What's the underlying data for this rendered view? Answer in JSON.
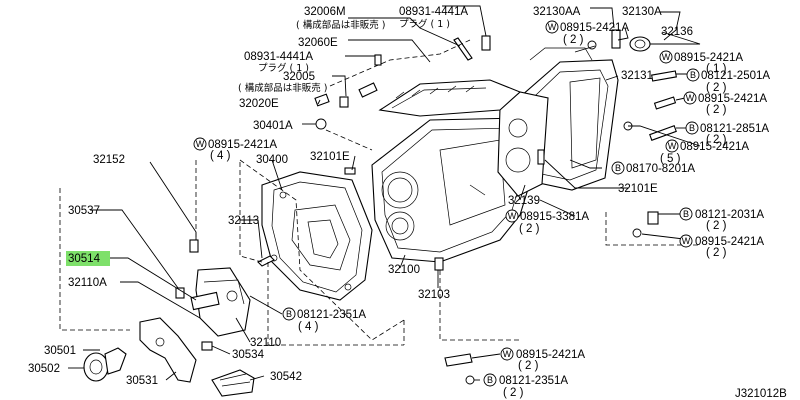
{
  "diagram_id": "J321012B",
  "notes": {
    "non_saleable": "( 構成部品は非販売 )"
  },
  "labels": {
    "p32006M": "32006M",
    "p08931_4441A_top": "08931-4441A",
    "plug1_top": "プラグ ( 1 )",
    "p32130AA": "32130AA",
    "p32130A": "32130A",
    "p32136": "32136",
    "p08915_2421A_a": "08915-2421A",
    "p08915_2421A_a_qty": "( 2 )",
    "p08915_2421A_b": "08915-2421A",
    "p08915_2421A_b_qty": "( 1 )",
    "p32060E": "32060E",
    "p08931_4441A_mid": "08931-4441A",
    "plug1_mid": "プラグ ( 1 )",
    "p32131": "32131",
    "p08121_2501A": "08121-2501A",
    "p08121_2501A_qty": "( 2 )",
    "p32005": "32005",
    "p08915_2421A_c": "08915-2421A",
    "p08915_2421A_c_qty": "( 2 )",
    "p32020E": "32020E",
    "p30401A": "30401A",
    "p08121_2851A": "08121-2851A",
    "p08121_2851A_qty": "( 2 )",
    "p08915_2421A_d": "08915-2421A",
    "p08915_2421A_d_qty": "( 4 )",
    "p32101E_a": "32101E",
    "p08915_2421A_e": "08915-2421A",
    "p08915_2421A_e_qty": "( 5 )",
    "p32152": "32152",
    "p30400": "30400",
    "p08170_8201A": "08170-8201A",
    "p32101E_b": "32101E",
    "p30537": "30537",
    "p32139": "32139",
    "p08915_3381A": "08915-3381A",
    "p08915_3381A_qty": "( 2 )",
    "p08121_2031A": "08121-2031A",
    "p08121_2031A_qty": "( 2 )",
    "p32113": "32113",
    "p30514": "30514",
    "p08915_2421A_f": "08915-2421A",
    "p08915_2421A_f_qty": "( 2 )",
    "p32100": "32100",
    "p32110A": "32110A",
    "p32103": "32103",
    "p08121_2351A_a": "08121-2351A",
    "p08121_2351A_a_qty": "( 4 )",
    "p32110": "32110",
    "p30501": "30501",
    "p30534": "30534",
    "p08915_2421A_g": "08915-2421A",
    "p08915_2421A_g_qty": "( 2 )",
    "p30502": "30502",
    "p30531": "30531",
    "p30542": "30542",
    "p08121_2351A_b": "08121-2351A",
    "p08121_2351A_b_qty": "( 2 )"
  },
  "prefix": {
    "W": "W",
    "B": "B"
  },
  "highlight": {
    "part": "30514",
    "color": "#7ee06a"
  }
}
